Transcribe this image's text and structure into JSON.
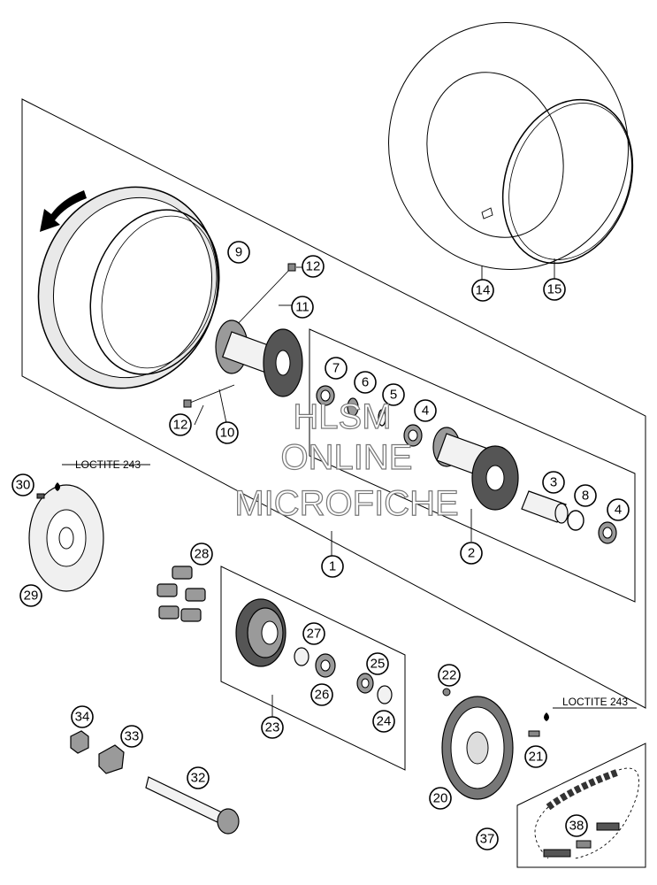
{
  "callouts": {
    "c1": "1",
    "c2": "2",
    "c3": "3",
    "c4a": "4",
    "c4b": "4",
    "c5": "5",
    "c6": "6",
    "c7": "7",
    "c8": "8",
    "c9": "9",
    "c10": "10",
    "c11": "11",
    "c12a": "12",
    "c12b": "12",
    "c14": "14",
    "c15": "15",
    "c20": "20",
    "c21": "21",
    "c22": "22",
    "c23": "23",
    "c24": "24",
    "c25": "25",
    "c26": "26",
    "c27": "27",
    "c28": "28",
    "c29": "29",
    "c30": "30",
    "c32": "32",
    "c33": "33",
    "c34": "34",
    "c37": "37",
    "c38": "38"
  },
  "loctite": {
    "left": "LOCTITE 243",
    "right": "LOCTITE 243"
  },
  "watermark": {
    "line1": "HLSM",
    "line2": "ONLINE",
    "line3": "MICROFICHE"
  },
  "icons": {
    "rotation_arrow": "rotation-direction-arrow-icon"
  }
}
